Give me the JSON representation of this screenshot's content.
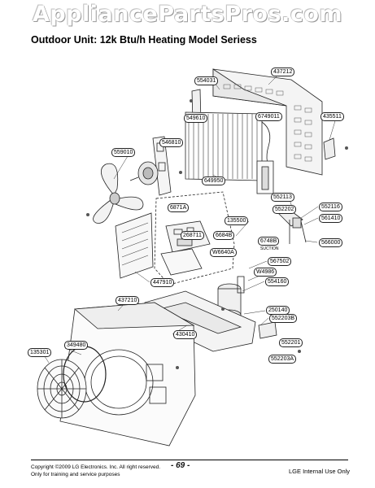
{
  "watermark": "AppliancePartsPros.com",
  "title": "Outdoor Unit: 12k Btu/h Heating Model Seriess",
  "parts": {
    "p437212": "437212",
    "p554031": "554031",
    "p549610": "549610",
    "p546810": "546810",
    "p559010": "559010",
    "p435511": "435511",
    "p649950": "649950",
    "p6749011": "6749011",
    "p552113": "552113",
    "p552202": "552202",
    "p552116": "552116",
    "p561410": "561410",
    "p566000": "566000",
    "p6871A": "6871A",
    "p135500": "135500",
    "p268711": "268711",
    "p6684B": "6684B",
    "p6748B": "6748B",
    "pW6640A": "W6640A",
    "p567502": "567502",
    "pW4986": "W4986",
    "p554160": "554160",
    "p447910": "447910",
    "p437210": "437210",
    "p250140": "250140",
    "p552203B": "552203B",
    "p349480": "349480",
    "p430410": "430410",
    "p552201": "552201",
    "p552203A": "552203A",
    "p135301": "135301"
  },
  "suction_label": "SUCTION",
  "footer": {
    "copyright": "Copyright ©2009 LG Electronics. Inc. All right reserved.",
    "note": "Only for training and service purposes",
    "page": "- 69 -",
    "internal": "LGE Internal Use Only"
  }
}
